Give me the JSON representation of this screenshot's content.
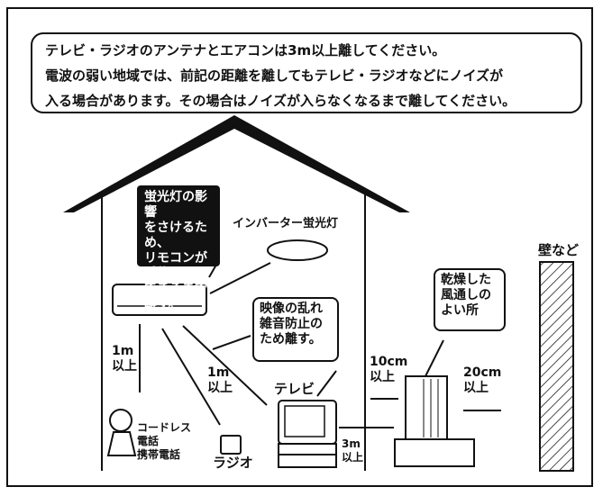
{
  "notice": {
    "line1": "テレビ・ラジオのアンテナとエアコンは3m以上離してください。",
    "line2": "電波の弱い地域では、前記の距離を離してもテレビ・ラジオなどにノイズが",
    "line3": "入る場合があります。その場合はノイズが入らなくなるまで離してください。"
  },
  "labels": {
    "fluorescent_note": [
      "蛍光灯の影響",
      "をさけるため、",
      "リモコンが受信",
      "できるまで離す。"
    ],
    "inverter_light": "インバーター蛍光灯",
    "wall": "壁など",
    "dry_place": [
      "乾燥した",
      "風通しの",
      "よい所"
    ],
    "interference": [
      "映像の乱れ",
      "雑音防止の",
      "ため離す。"
    ],
    "dist_1m_a": [
      "1m",
      "以上"
    ],
    "dist_1m_b": [
      "1m",
      "以上"
    ],
    "tv": "テレビ",
    "dist_10cm": [
      "10cm",
      "以上"
    ],
    "dist_20cm": [
      "20cm",
      "以上"
    ],
    "phone": [
      "コードレス",
      "電話",
      "携帯電話"
    ],
    "radio": "ラジオ",
    "dist_3m": [
      "3m",
      "以上"
    ]
  }
}
